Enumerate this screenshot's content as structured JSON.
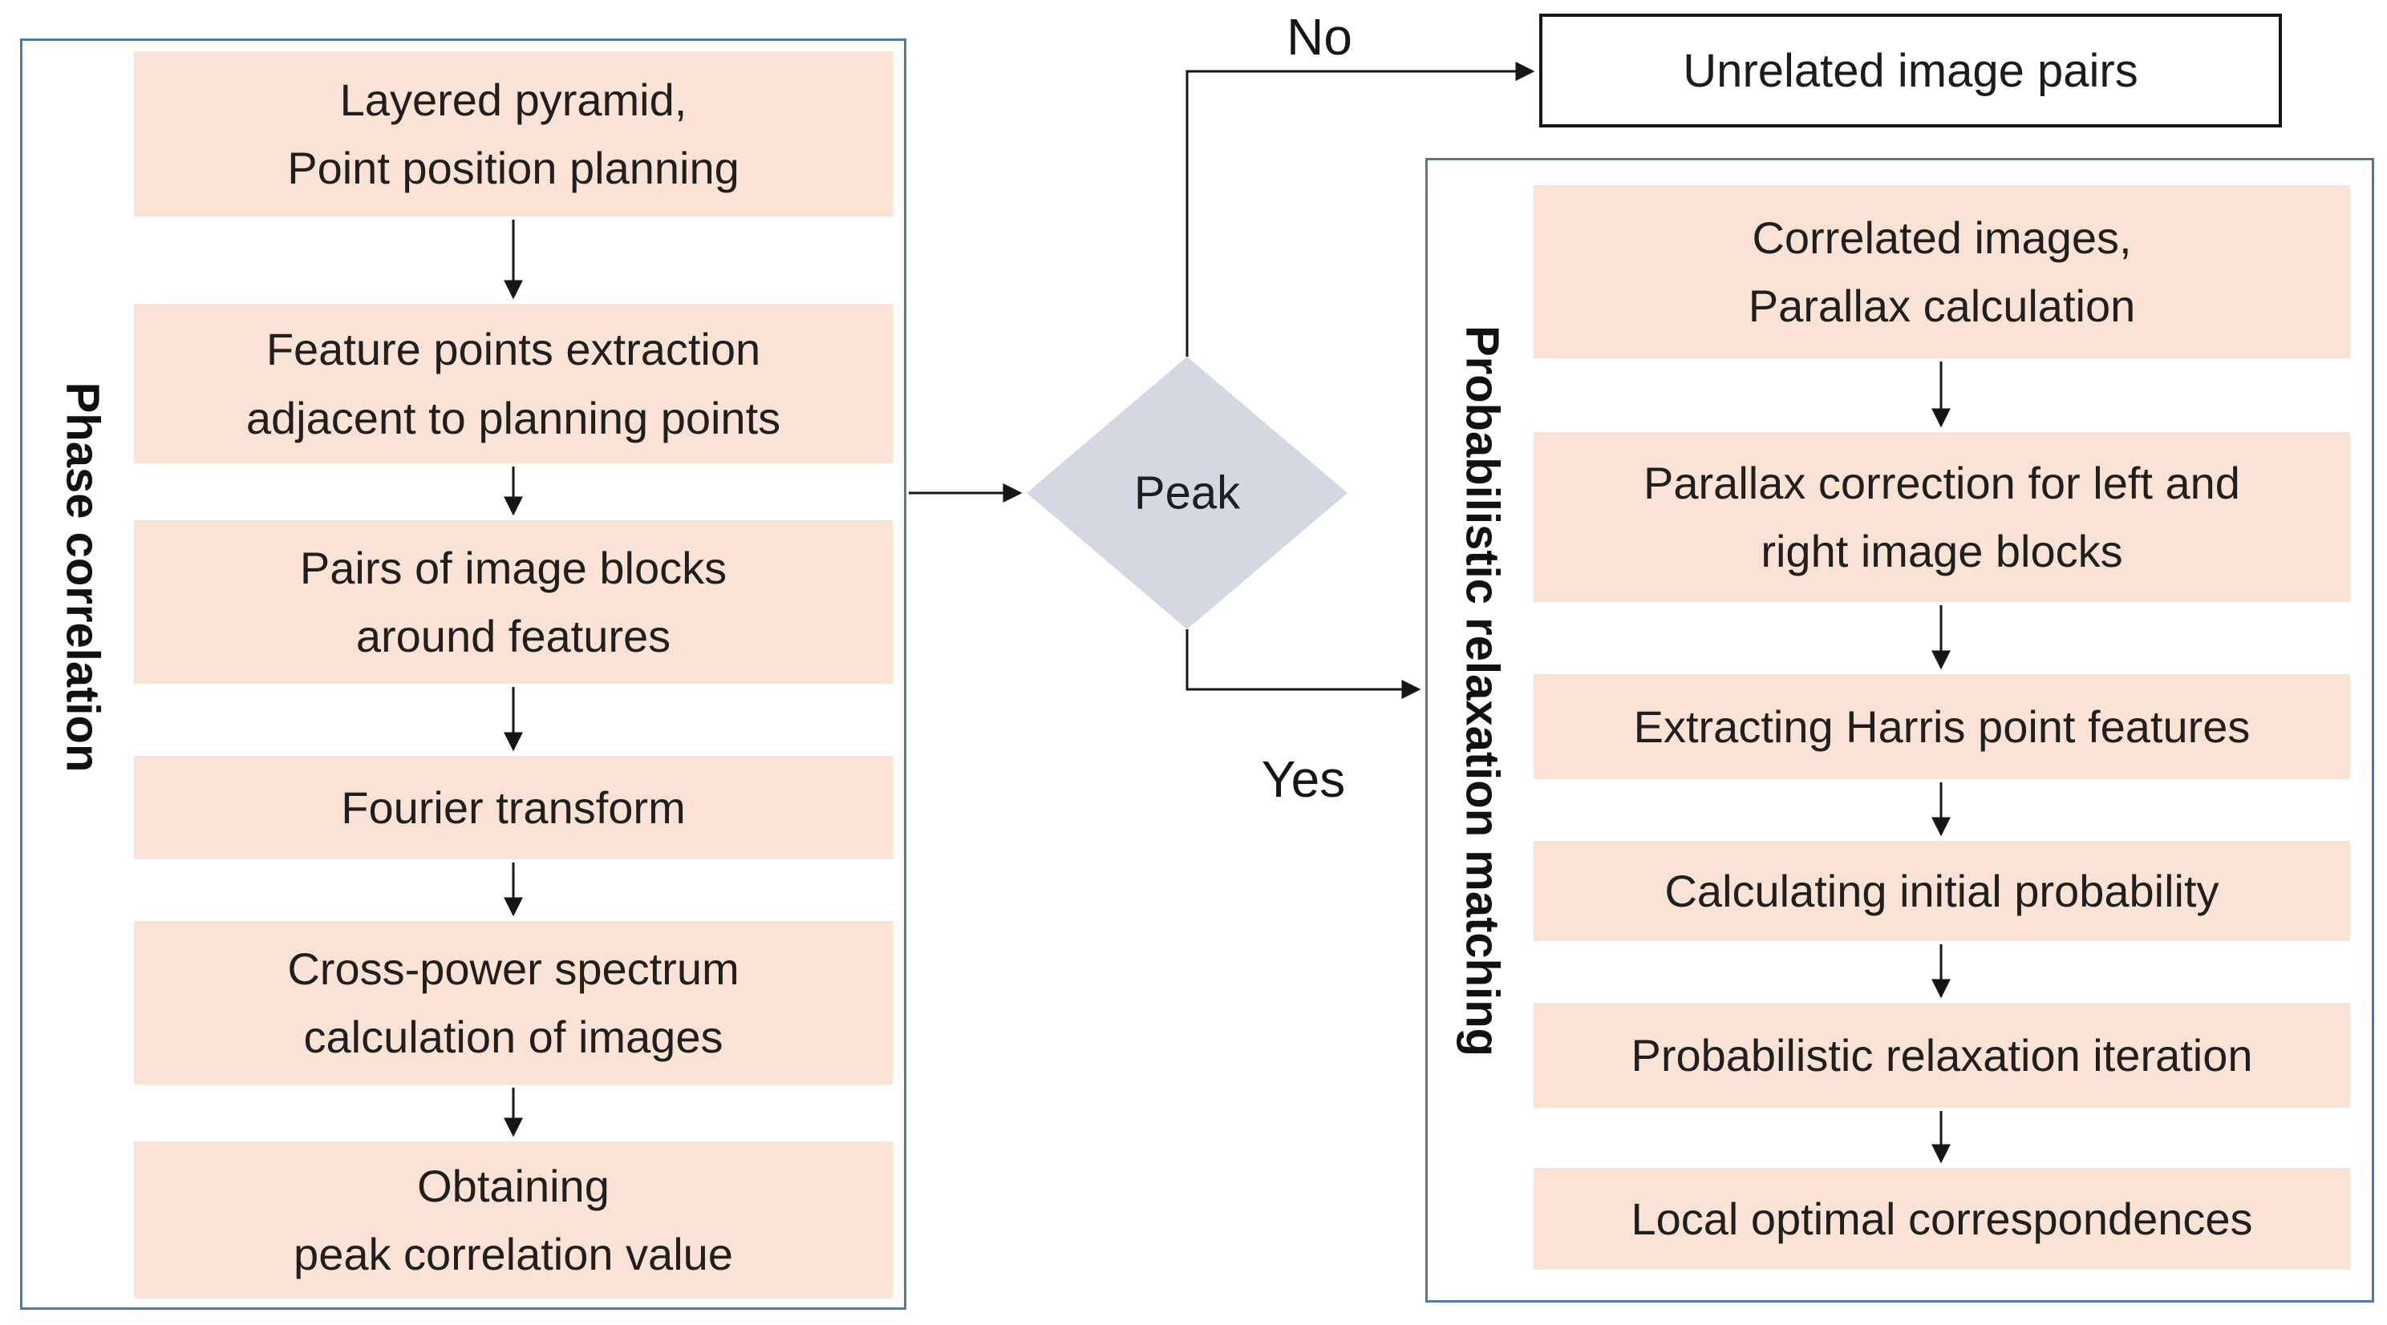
{
  "colors": {
    "box_fill": "#fae3d4",
    "diamond_fill": "#d4d8e2",
    "panel_border": "#4d79a7",
    "arrow": "#161616"
  },
  "left_panel": {
    "label": "Phase correlation",
    "steps": [
      "Layered pyramid,\nPoint position planning",
      "Feature points extraction\nadjacent to planning points",
      "Pairs of image blocks\naround features",
      "Fourier transform",
      "Cross-power spectrum\ncalculation of images",
      "Obtaining\npeak correlation value"
    ]
  },
  "decision": {
    "label": "Peak",
    "no_label": "No",
    "yes_label": "Yes"
  },
  "unrelated_box": {
    "text": "Unrelated image pairs"
  },
  "right_panel": {
    "label": "Probabilistic relaxation matching",
    "steps": [
      "Correlated images,\nParallax calculation",
      "Parallax correction for left and\nright image blocks",
      "Extracting Harris point features",
      "Calculating initial probability",
      "Probabilistic relaxation iteration",
      "Local optimal correspondences"
    ]
  }
}
